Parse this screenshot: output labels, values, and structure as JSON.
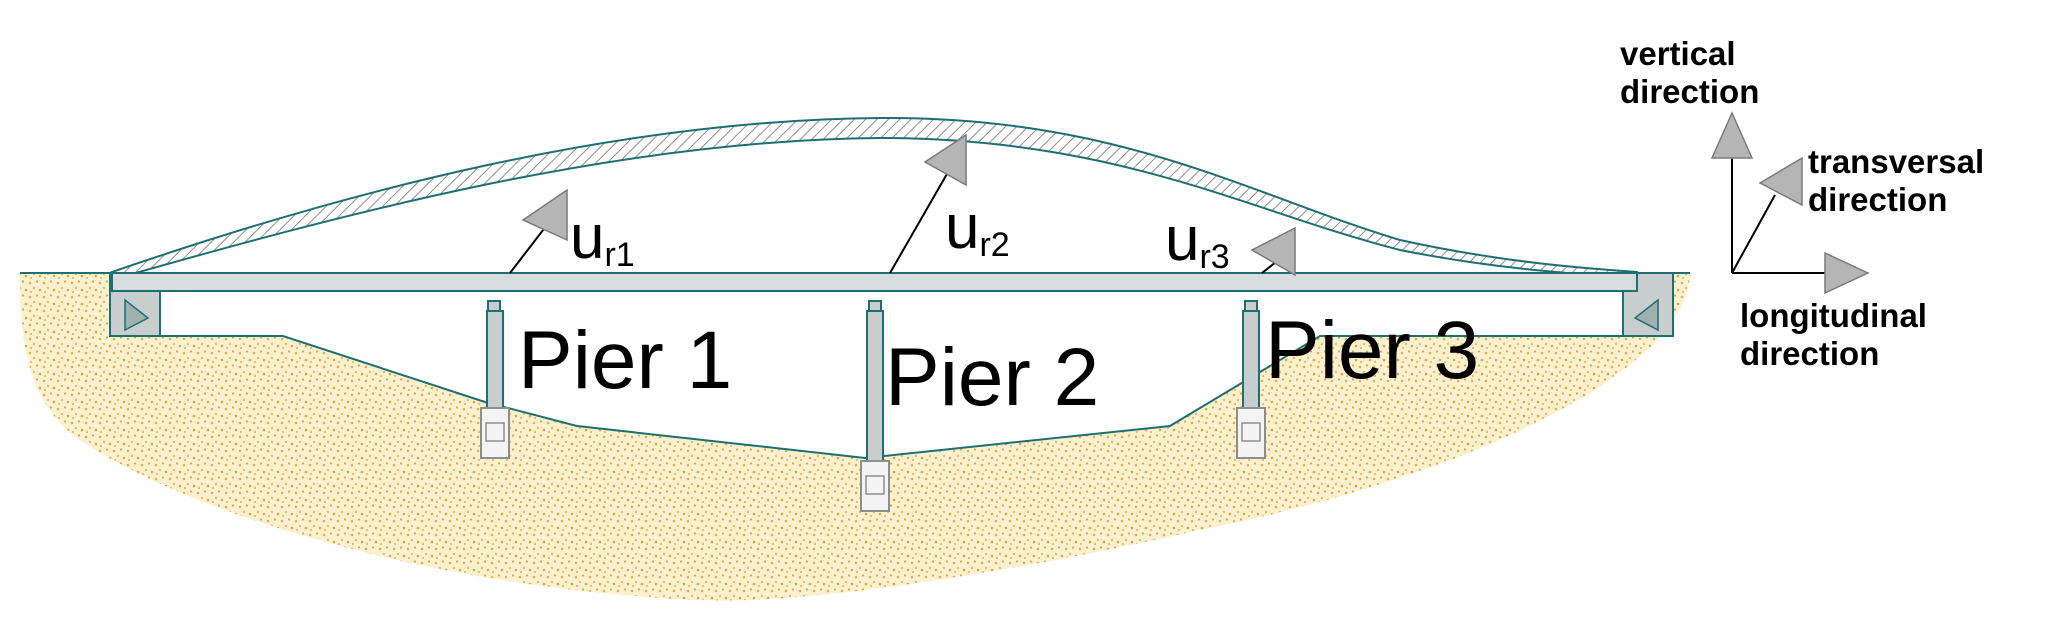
{
  "piers": [
    {
      "label": "Pier 1"
    },
    {
      "label": "Pier 2"
    },
    {
      "label": "Pier 3"
    }
  ],
  "displacements": [
    {
      "symbol": "u",
      "subscript": "r1"
    },
    {
      "symbol": "u",
      "subscript": "r2"
    },
    {
      "symbol": "u",
      "subscript": "r3"
    }
  ],
  "axes": {
    "vertical": [
      "vertical",
      "direction"
    ],
    "transversal": [
      "transversal",
      "direction"
    ],
    "longitudinal": [
      "longitudinal",
      "direction"
    ]
  },
  "colors": {
    "soil": "#e8c66a",
    "soil_dots": "#d9a83a",
    "deck": "#d7dcdc",
    "outline": "#1d6f73",
    "pier": "#c8cdcd",
    "arrow": "#b5b5b5",
    "deformed_hatch": "#9a9a9a"
  }
}
